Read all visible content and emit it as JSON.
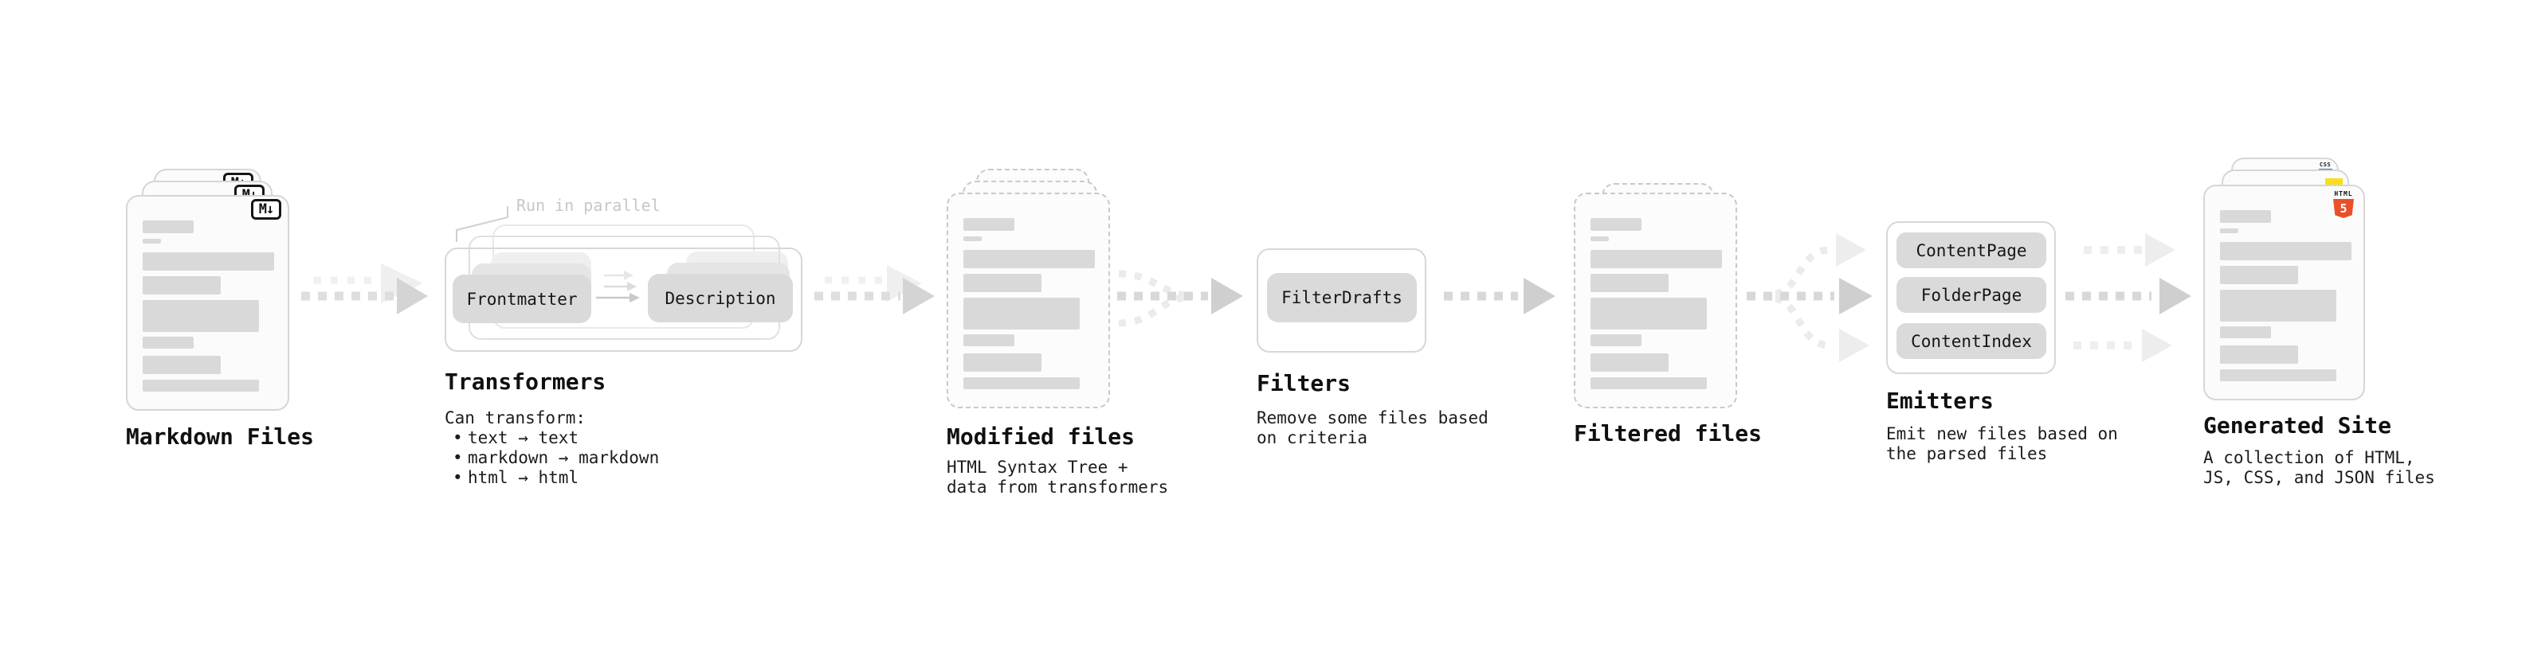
{
  "diagram": {
    "markdown_files": {
      "label": "Markdown Files",
      "badge": "M↓"
    },
    "transformers": {
      "callout": "Run in parallel",
      "pill_left": "Frontmatter",
      "pill_right": "Description",
      "label": "Transformers",
      "desc_title": "Can transform:",
      "bullets": [
        "text → text",
        "markdown → markdown",
        "html → html"
      ]
    },
    "modified_files": {
      "label": "Modified files",
      "desc": [
        "HTML Syntax Tree +",
        "data from transformers"
      ]
    },
    "filters": {
      "pill": "FilterDrafts",
      "label": "Filters",
      "desc": [
        "Remove some files based",
        "on criteria"
      ]
    },
    "filtered_files": {
      "label": "Filtered files"
    },
    "emitters": {
      "pills": [
        "ContentPage",
        "FolderPage",
        "ContentIndex"
      ],
      "label": "Emitters",
      "desc": [
        "Emit new files based on",
        "the parsed files"
      ]
    },
    "generated_site": {
      "label": "Generated Site",
      "desc": [
        "A collection of HTML,",
        "JS, CSS, and JSON files"
      ],
      "html5_badge_word": "HTML",
      "html5_badge_number": "5",
      "css_badge_word": "CSS"
    },
    "colors": {
      "html5_orange": "#e8502b",
      "js_yellow": "#f7df1e",
      "css_blue": "#2d6ff2"
    }
  }
}
